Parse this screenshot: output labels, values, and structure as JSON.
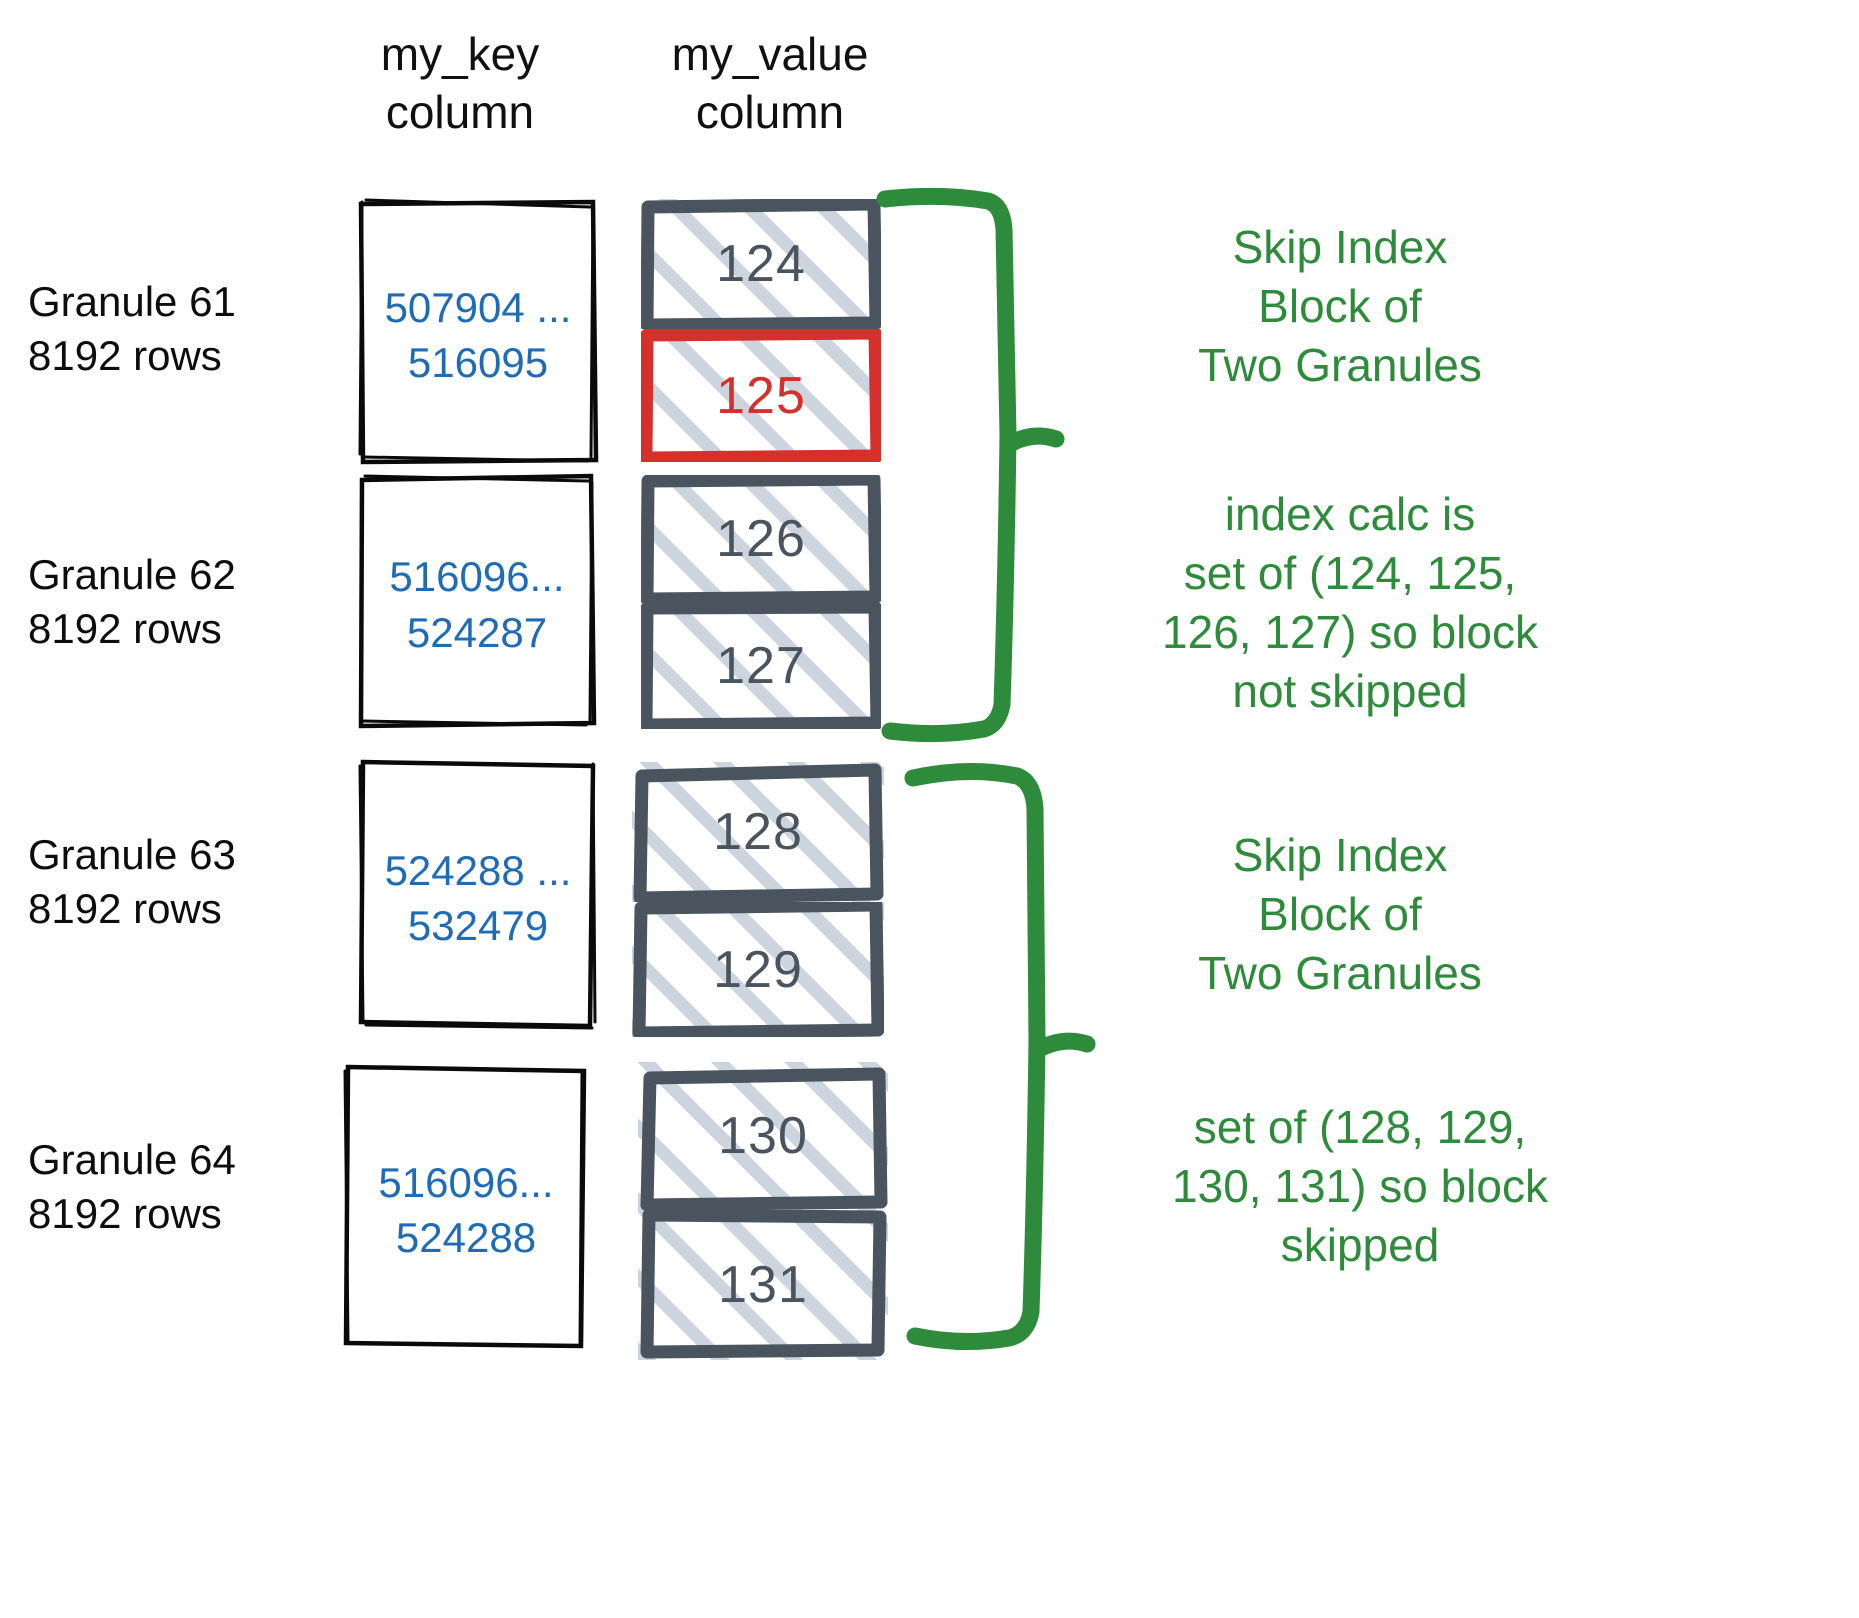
{
  "headers": {
    "key_column": "my_key\ncolumn",
    "value_column": "my_value\ncolumn"
  },
  "colors": {
    "key_text": "#1f6cb4",
    "value_text": "#4a545f",
    "highlight_red": "#d6302c",
    "annotation_green": "#2e8b3b",
    "hatch": "#ccd4de",
    "box_border": "#4a545f"
  },
  "granules": [
    {
      "label": "Granule 61\n8192 rows",
      "key_range": "507904 ...\n516095",
      "values": [
        {
          "text": "124",
          "highlighted": false
        },
        {
          "text": "125",
          "highlighted": true
        }
      ]
    },
    {
      "label": "Granule 62\n8192 rows",
      "key_range": "516096...\n524287",
      "values": [
        {
          "text": "126",
          "highlighted": false
        },
        {
          "text": "127",
          "highlighted": false
        }
      ]
    },
    {
      "label": "Granule 63\n8192 rows",
      "key_range": "524288 ...\n532479",
      "values": [
        {
          "text": "128",
          "highlighted": false
        },
        {
          "text": "129",
          "highlighted": false
        }
      ]
    },
    {
      "label": "Granule 64\n8192 rows",
      "key_range": "516096...\n524288",
      "values": [
        {
          "text": "130",
          "highlighted": false
        },
        {
          "text": "131",
          "highlighted": false
        }
      ]
    }
  ],
  "annotations": [
    {
      "text": "Skip Index\nBlock of\nTwo Granules"
    },
    {
      "text": "index calc is\nset of (124, 125,\n126, 127) so block\nnot skipped"
    },
    {
      "text": "Skip Index\nBlock of\nTwo Granules"
    },
    {
      "text": "set of (128, 129,\n130, 131) so block\nskipped"
    }
  ]
}
